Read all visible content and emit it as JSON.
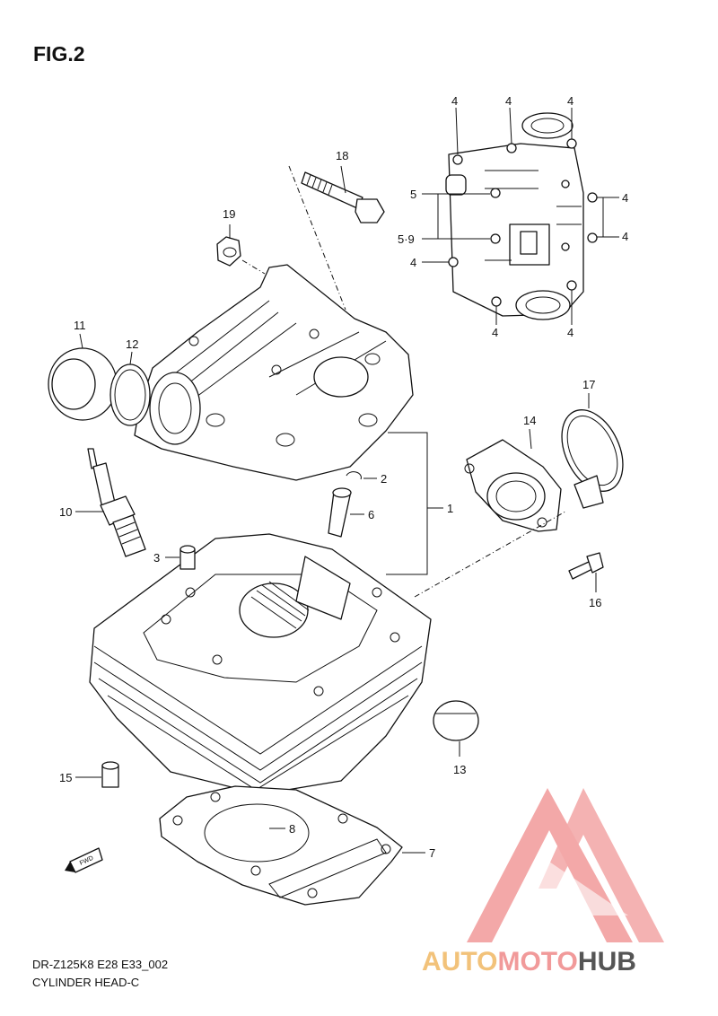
{
  "figure": {
    "title": "FIG.2",
    "model_code": "DR-Z125K8 E28 E33_002",
    "caption": "CYLINDER HEAD-C"
  },
  "callouts": [
    "1",
    "2",
    "3",
    "4",
    "4",
    "4",
    "4",
    "4",
    "4",
    "4",
    "4",
    "5",
    "5·9",
    "6",
    "7",
    "8",
    "10",
    "11",
    "12",
    "13",
    "14",
    "15",
    "16",
    "17",
    "18",
    "19"
  ],
  "watermark": {
    "part1": "AUTO",
    "part2": "MOTO",
    "part3": "HUB",
    "colors": {
      "auto": "#f2c27a",
      "moto": "#f19a9a",
      "hub": "#555555",
      "logo": "#f19a9a"
    }
  }
}
